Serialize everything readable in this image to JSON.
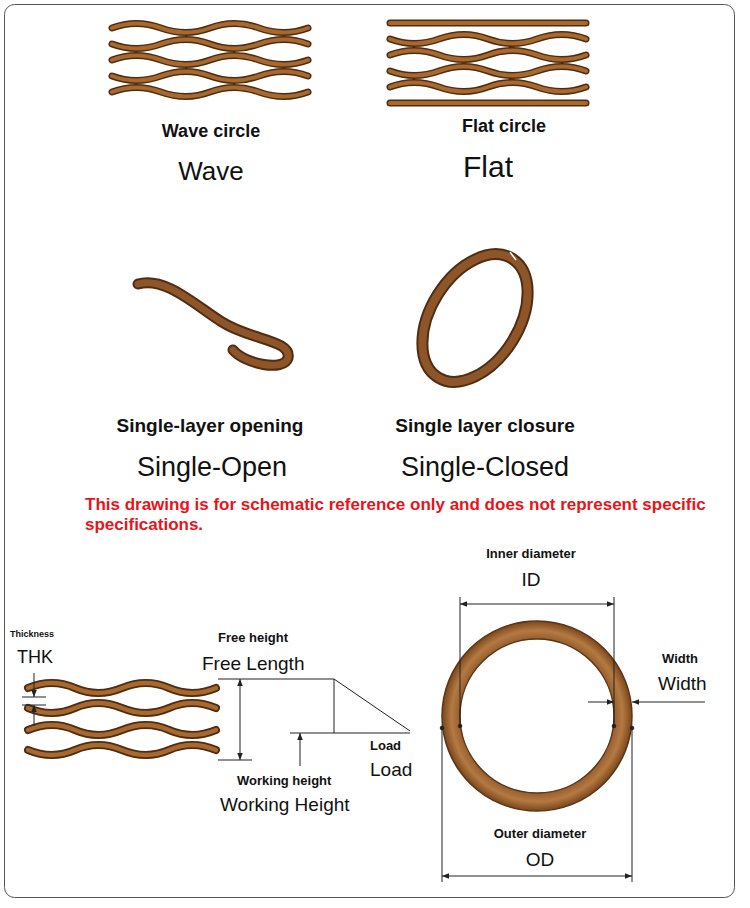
{
  "diagram": {
    "labels": [
      "Wave circle",
      "Wave",
      "Flat circle",
      "Flat",
      "Single-layer opening",
      "Single-Open",
      "Single layer closure",
      "Single-Closed",
      "This drawing is for schematic reference only and does not represent specific specifications.",
      "Thickness",
      "THK",
      "Free height",
      "Free Length",
      "Load",
      "Load",
      "Working height",
      "Working Height",
      "Inner diameter",
      "ID",
      "Width",
      "Width",
      "Outer diameter",
      "OD"
    ]
  }
}
